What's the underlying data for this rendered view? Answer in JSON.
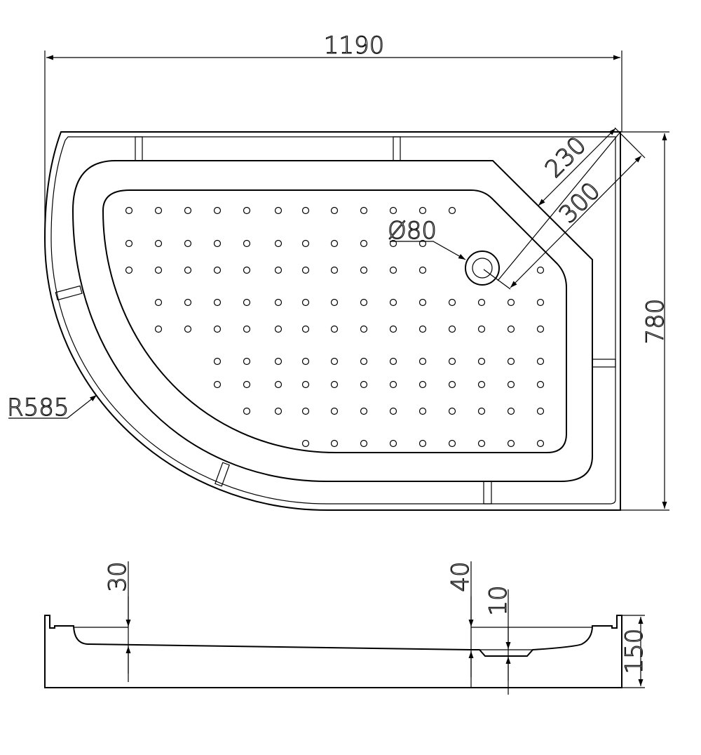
{
  "drawing": {
    "top_view": {
      "width_label": "1190",
      "depth_label": "780",
      "radius_label": "R585",
      "drain_diameter_label": "Ø80",
      "drain_offset_1_label": "230",
      "drain_offset_2_label": "300"
    },
    "side_view": {
      "depth_left_label": "30",
      "depth_drain_label": "40",
      "drain_step_label": "10",
      "height_label": "150"
    },
    "line_color": "#000000"
  }
}
